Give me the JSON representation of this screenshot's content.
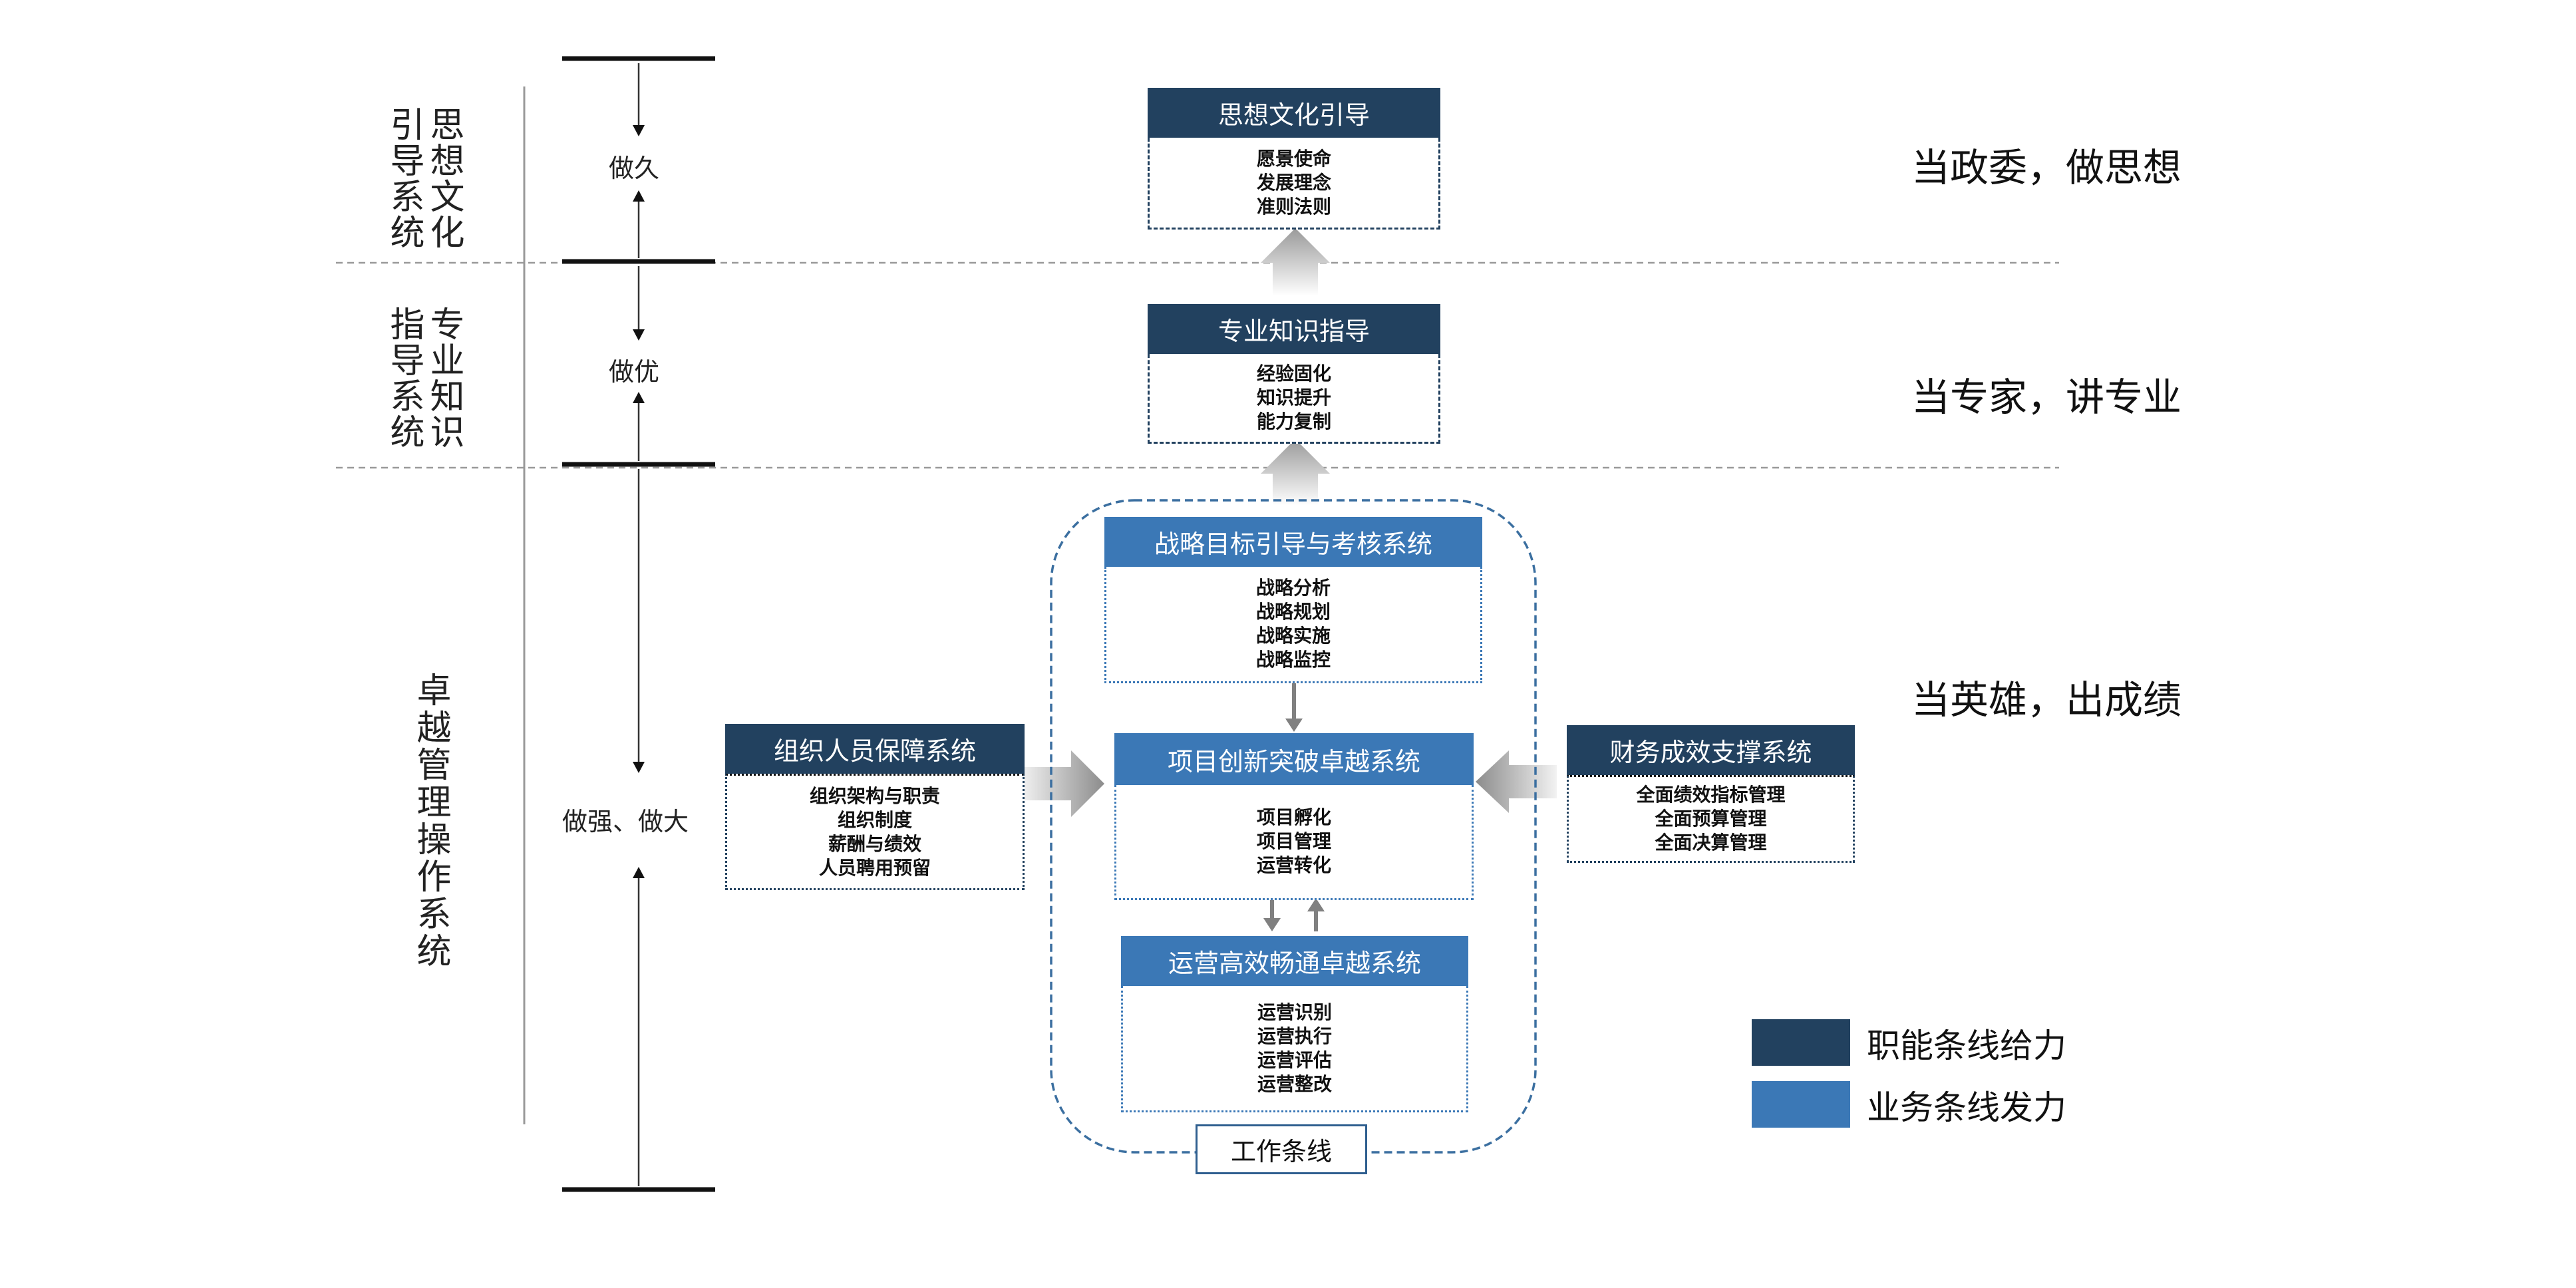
{
  "left_categories": {
    "culture": [
      "思想文化",
      "引导系统"
    ],
    "knowledge": [
      "专业知识",
      "指导系统"
    ],
    "operation": "卓越管理操作系统"
  },
  "level_labels": {
    "top": "做久",
    "middle": "做优",
    "bottom": "做强、做大"
  },
  "boxes": {
    "culture": {
      "title": "思想文化引导",
      "items": [
        "愿景使命",
        "发展理念",
        "准则法则"
      ]
    },
    "knowledge": {
      "title": "专业知识指导",
      "items": [
        "经验固化",
        "知识提升",
        "能力复制"
      ]
    },
    "strategy": {
      "title": "战略目标引导与考核系统",
      "items": [
        "战略分析",
        "战略规划",
        "战略实施",
        "战略监控"
      ]
    },
    "project": {
      "title": "项目创新突破卓越系统",
      "items": [
        "项目孵化",
        "项目管理",
        "运营转化"
      ]
    },
    "operations": {
      "title": "运营高效畅通卓越系统",
      "items": [
        "运营识别",
        "运营执行",
        "运营评估",
        "运营整改"
      ]
    },
    "org": {
      "title": "组织人员保障系统",
      "items": [
        "组织架构与职责",
        "组织制度",
        "薪酬与绩效",
        "人员聘用预留"
      ]
    },
    "finance": {
      "title": "财务成效支撑系统",
      "items": [
        "全面绩效指标管理",
        "全面预算管理",
        "全面决算管理"
      ]
    }
  },
  "work_line_label": "工作条线",
  "slogans": {
    "culture": "当政委，做思想",
    "knowledge": "当专家，讲专业",
    "operation": "当英雄，出成绩"
  },
  "legend": [
    {
      "label": "职能条线给力",
      "color": "#22415f"
    },
    {
      "label": "业务条线发力",
      "color": "#3b78b6"
    }
  ],
  "colors": {
    "dark": "#22415f",
    "medium": "#3b78b6"
  }
}
